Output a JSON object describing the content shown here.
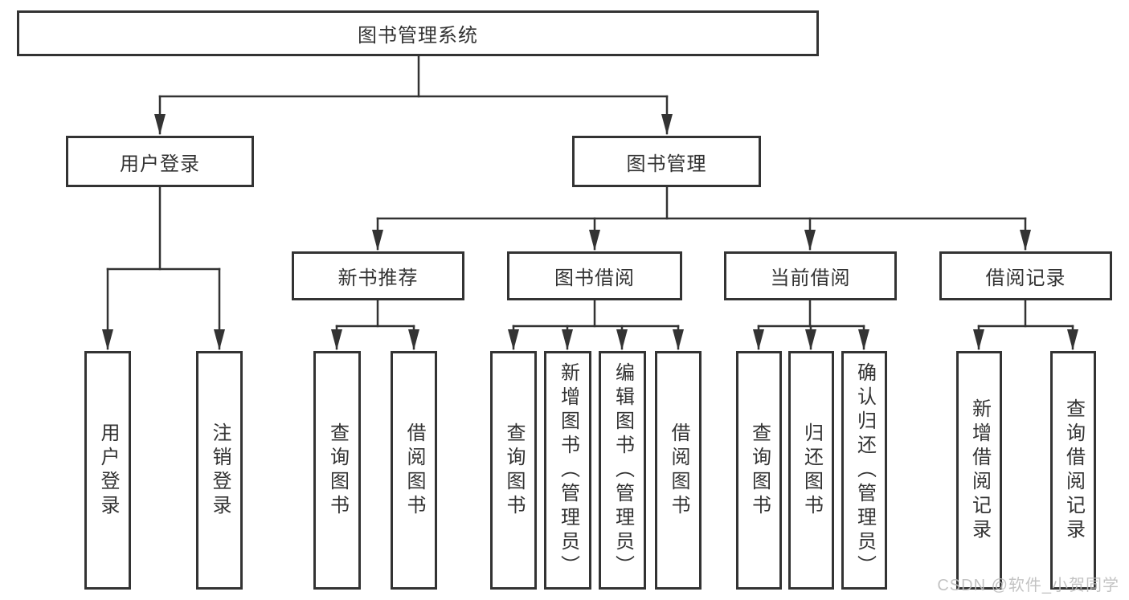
{
  "canvas": {
    "background": "#ffffff",
    "line_color": "#333333",
    "box_border_color": "#333333",
    "text_color": "#333333"
  },
  "tree": {
    "root": "图书管理系统",
    "login": {
      "label": "用户登录",
      "children": [
        "用户登录",
        "注销登录"
      ]
    },
    "mgmt": {
      "label": "图书管理",
      "groups": [
        {
          "label": "新书推荐",
          "children": [
            "查询图书",
            "借阅图书"
          ]
        },
        {
          "label": "图书借阅",
          "children": [
            "查询图书",
            "新增图书（管理员）",
            "编辑图书（管理员）",
            "借阅图书"
          ]
        },
        {
          "label": "当前借阅",
          "children": [
            "查询图书",
            "归还图书",
            "确认归还（管理员）"
          ]
        },
        {
          "label": "借阅记录",
          "children": [
            "新增借阅记录",
            "查询借阅记录"
          ]
        }
      ]
    }
  },
  "watermark": {
    "text": "CSDN @软件_小贺同学",
    "color": "#bdbdbd"
  }
}
